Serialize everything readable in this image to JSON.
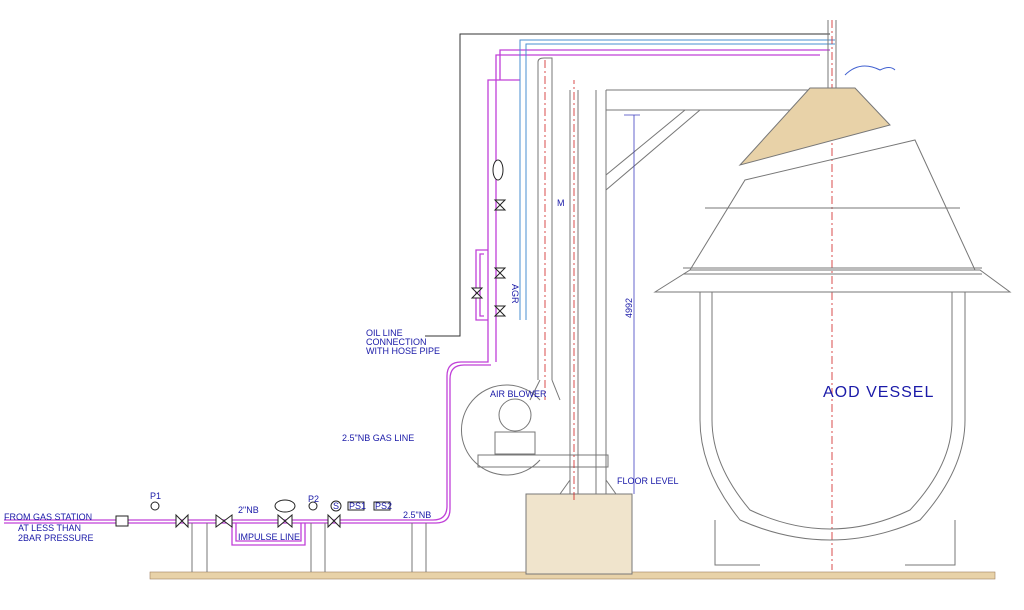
{
  "labels": {
    "source_line1": "FROM GAS STATION",
    "source_line2": "AT LESS THAN",
    "source_line3": "2BAR PRESSURE",
    "p1": "P1",
    "p2": "P2",
    "nb2": "2\"NB",
    "impulse": "IMPULSE LINE",
    "s": "S",
    "ps1": "PS1",
    "ps2": "PS2",
    "nb25": "2.5\"NB",
    "gas_line": "2.5\"NB GAS LINE",
    "oil1": "OIL LINE",
    "oil2": "CONNECTION",
    "oil3": "WITH HOSE PIPE",
    "blower": "AIR BLOWER",
    "agr": "AGR",
    "m": "M",
    "dimension": "4992",
    "floor": "FLOOR LEVEL",
    "vessel": "AOD VESSEL"
  },
  "colors": {
    "gas_line": "#c040d8",
    "text": "#1a1aa8",
    "centerline": "#d02020",
    "ground": "#e8d2a8"
  }
}
